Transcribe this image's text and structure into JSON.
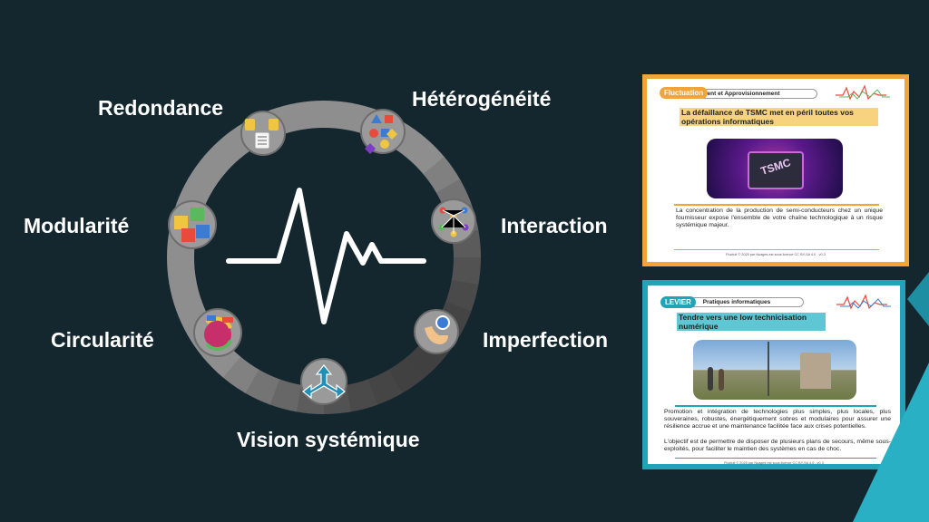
{
  "diagram": {
    "labels": {
      "redondance": "Redondance",
      "heterogeneite": "Hétérogénéité",
      "modularite": "Modularité",
      "interaction": "Interaction",
      "circularite": "Circularité",
      "imperfection": "Imperfection",
      "vision": "Vision systémique"
    },
    "icons": [
      "database-copies-icon",
      "shapes-icon",
      "cubes-icon",
      "network-people-icon",
      "circular-arrows-icon",
      "hand-magnifier-icon",
      "arrows-split-icon"
    ],
    "colors": {
      "ring_light": "#8e8e8e",
      "ring_dark": "#3c3c3c",
      "pulse": "#ffffff",
      "background": "#14272e"
    }
  },
  "cards": {
    "fluctuation": {
      "badge": "Fluctuation",
      "category": "Environnement et Approvisionnement",
      "title": "La défaillance de TSMC met en péril toutes vos opérations informatiques",
      "image_text": "TSMC",
      "body": "La concentration de la production de semi-conducteurs chez un unique fournisseur expose l'ensemble de votre chaîne technologique à un risque systémique majeur.",
      "footer": "Fluctuit © 2025 par Nuages est sous licence CC BY-SA 4.0 - v0.3",
      "accent": "#f2a43a"
    },
    "levier": {
      "badge": "LEVIER",
      "category": "Pratiques informatiques",
      "title": "Tendre vers une low technicisation numérique",
      "body1": "Promotion et intégration de technologies plus simples, plus locales, plus souveraines, robustes, énergétiquement sobres et modulaires pour assurer une résilience accrue et une maintenance facilitée face aux crises potentielles.",
      "body2": "L'objectif est de permettre de disposer de plusieurs plans de secours, même sous-exploités, pour faciliter le maintien des systèmes en cas de choc.",
      "footer": "Fluctuit © 2025 par Nuages est sous licence CC BY-SA 4.0 - v0.3",
      "accent": "#23a3b6"
    }
  }
}
